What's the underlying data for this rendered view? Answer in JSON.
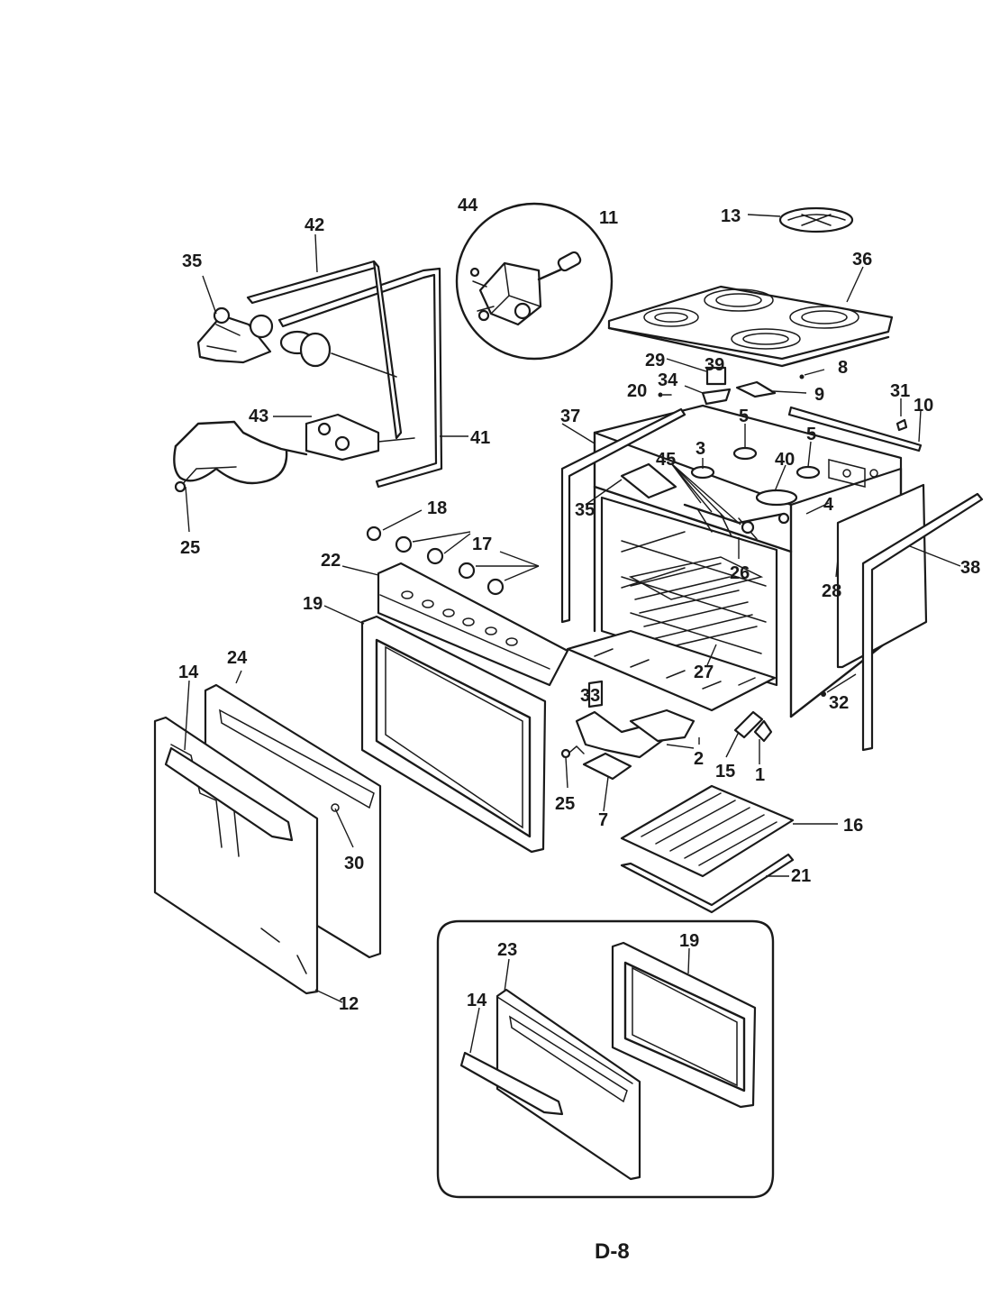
{
  "figure": {
    "page_label": "D-8"
  },
  "callouts": {
    "c1": "1",
    "c2": "2",
    "c3": "3",
    "c4": "4",
    "c5a": "5",
    "c5b": "5",
    "c7": "7",
    "c8": "8",
    "c9": "9",
    "c10": "10",
    "c11": "11",
    "c12": "12",
    "c13": "13",
    "c14a": "14",
    "c14b": "14",
    "c15": "15",
    "c16": "16",
    "c17": "17",
    "c18": "18",
    "c19a": "19",
    "c19b": "19",
    "c20": "20",
    "c21": "21",
    "c22": "22",
    "c23": "23",
    "c24": "24",
    "c25a": "25",
    "c25b": "25",
    "c26": "26",
    "c27": "27",
    "c28": "28",
    "c29": "29",
    "c30": "30",
    "c31": "31",
    "c32": "32",
    "c33": "33",
    "c34": "34",
    "c35a": "35",
    "c35b": "35",
    "c36": "36",
    "c37": "37",
    "c38": "38",
    "c39": "39",
    "c40": "40",
    "c41": "41",
    "c42": "42",
    "c43": "43",
    "c44": "44",
    "c45": "45"
  }
}
